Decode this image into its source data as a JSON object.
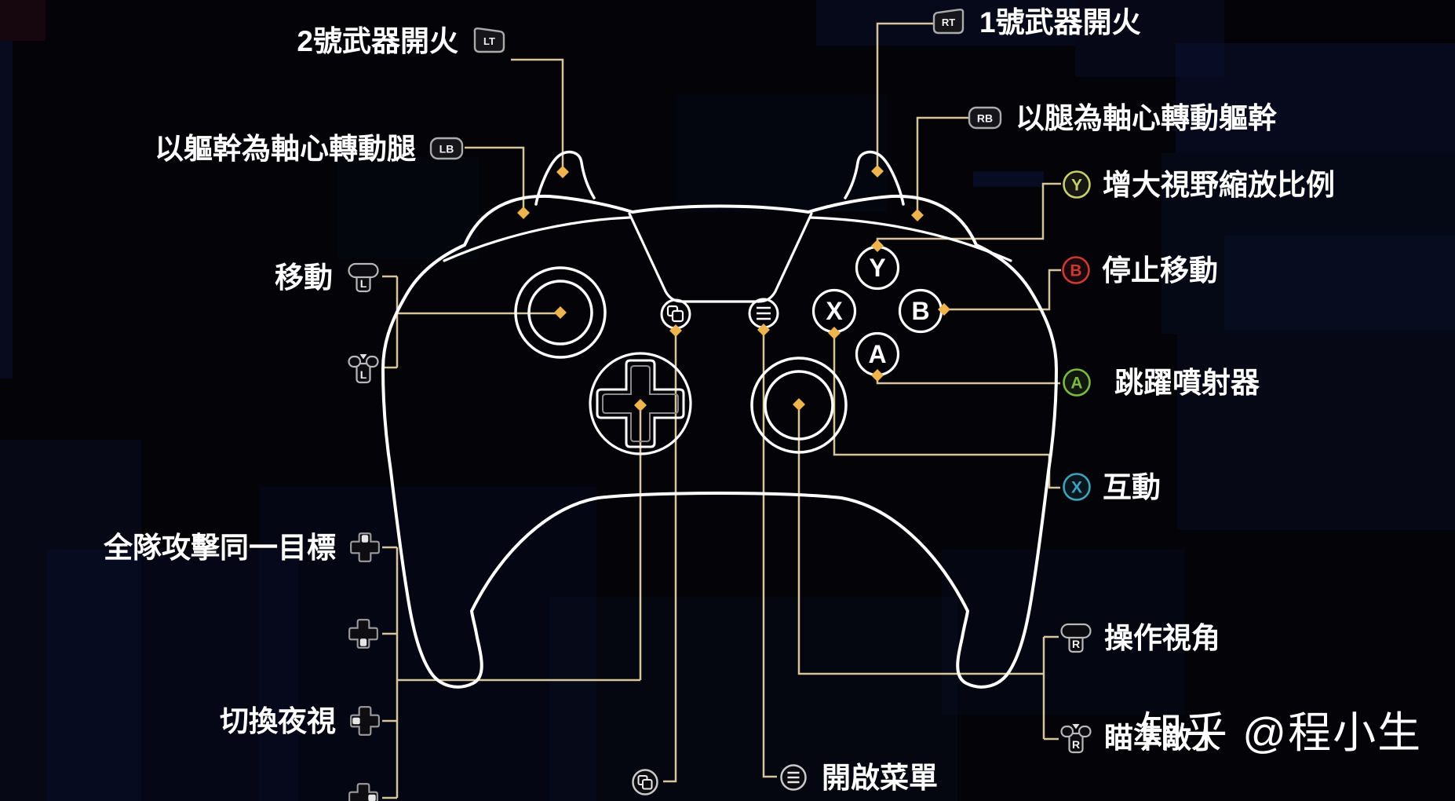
{
  "watermark": "知乎 @程小生",
  "colors": {
    "connector_line": "#d6c49a",
    "connector_marker": "#eeb54e",
    "y_button": "#c9d06a",
    "b_button": "#cb3a30",
    "a_button": "#7cb942",
    "x_button": "#3fa3bf"
  },
  "controller": {
    "face_buttons": {
      "y": "Y",
      "b": "B",
      "a": "A",
      "x": "X"
    }
  },
  "labels": {
    "lt": {
      "text": "2號武器開火",
      "button": "LT"
    },
    "rt": {
      "text": "1號武器開火",
      "button": "RT"
    },
    "lb": {
      "text": "以軀幹為軸心轉動腿",
      "button": "LB"
    },
    "rb": {
      "text": "以腿為軸心轉動軀幹",
      "button": "RB"
    },
    "move": {
      "text": "移動",
      "button": "L"
    },
    "move_click": {
      "button": "L"
    },
    "zoom_fov": {
      "text": "增大視野縮放比例",
      "button": "Y"
    },
    "stop_move": {
      "text": "停止移動",
      "button": "B"
    },
    "jump_jet": {
      "text": "跳躍噴射器",
      "button": "A"
    },
    "interact": {
      "text": "互動",
      "button": "X"
    },
    "team_attack": {
      "text": "全隊攻擊同一目標"
    },
    "night_vision": {
      "text": "切換夜視"
    },
    "camera": {
      "text": "操作視角",
      "button": "R"
    },
    "aim_enemy": {
      "text": "瞄準敵人",
      "button": "R"
    },
    "open_menu": {
      "text": "開啟菜單"
    }
  }
}
